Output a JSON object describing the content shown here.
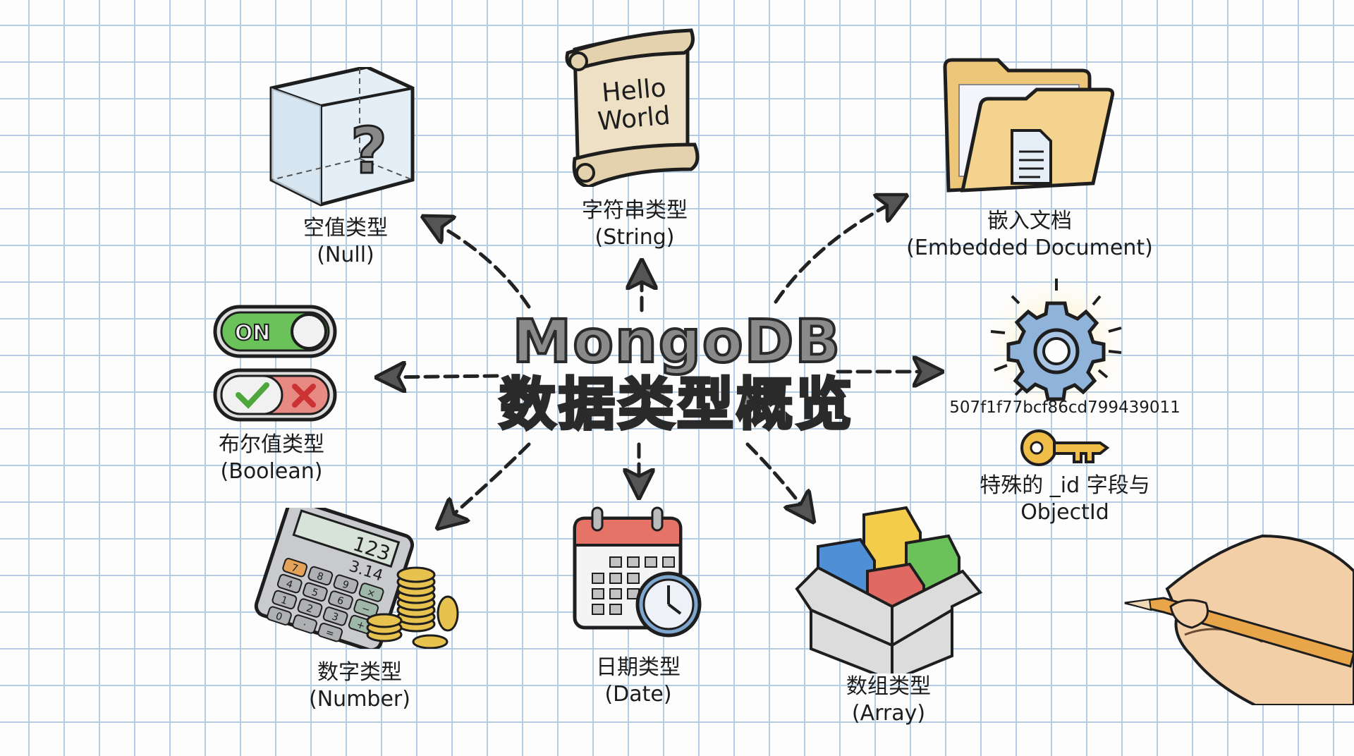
{
  "title": {
    "line1": "MongoDB",
    "line2": "数据类型概览"
  },
  "nodes": {
    "null": {
      "zh": "空值类型",
      "en": "(Null)",
      "icon": "question-cube-icon"
    },
    "string": {
      "zh": "字符串类型",
      "en": "(String)",
      "icon": "scroll-icon",
      "scroll_text_1": "Hello",
      "scroll_text_2": "World"
    },
    "embedded": {
      "zh": "嵌入文档",
      "en": "(Embedded Document)",
      "icon": "folder-document-icon"
    },
    "objectid": {
      "zh": "特殊的 _id 字段与",
      "en": "ObjectId",
      "icon": "gear-icon",
      "secondary_icon": "key-icon",
      "sample_id": "507f1f77bcf86cd799439011"
    },
    "boolean": {
      "zh": "布尔值类型",
      "en": "(Boolean)",
      "icon": "toggle-switch-icon",
      "toggle_label": "ON"
    },
    "number": {
      "zh": "数字类型",
      "en": "(Number)",
      "icon": "calculator-icon",
      "display_value": "123",
      "secondary_value": "3.14",
      "keys": [
        "7",
        "8",
        "9",
        "×",
        "4",
        "5",
        "6",
        "−",
        "1",
        "2",
        "3",
        "+",
        "0",
        "·",
        "="
      ]
    },
    "date": {
      "zh": "日期类型",
      "en": "(Date)",
      "icon": "calendar-clock-icon"
    },
    "array": {
      "zh": "数组类型",
      "en": "(Array)",
      "icon": "box-of-blocks-icon"
    }
  },
  "decorations": {
    "hand": "hand-holding-pencil-icon"
  },
  "colors": {
    "grid": "#b3cde6",
    "ink": "#1e1e1e",
    "toggle_on": "#6cc25a",
    "toggle_off": "#e88a84",
    "folder": "#f1cf85",
    "calendar_header": "#e57368",
    "gear": "#8fb3d9",
    "key": "#f0bd48",
    "block_blue": "#4f8fd6",
    "block_yellow": "#f2cc4a",
    "block_green": "#6cc25a",
    "block_red": "#e06a63"
  }
}
